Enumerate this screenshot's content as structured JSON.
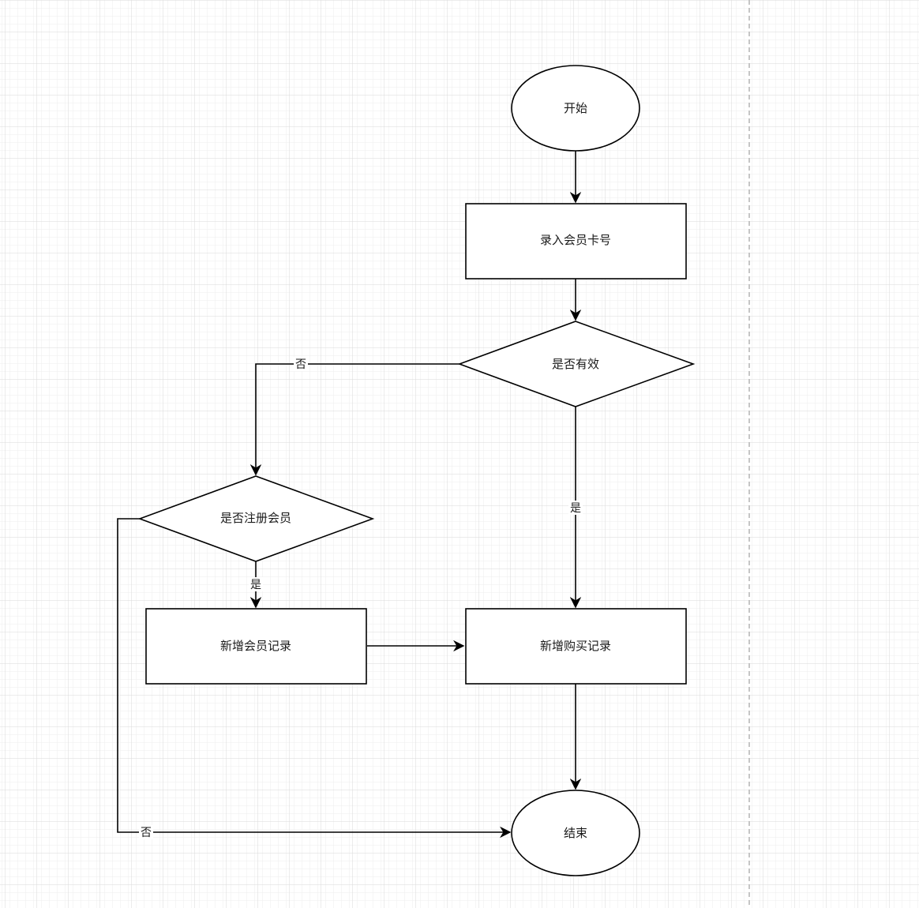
{
  "diagram": {
    "nodes": {
      "start": {
        "label": "开始",
        "shape": "ellipse"
      },
      "enter_card": {
        "label": "录入会员卡号",
        "shape": "rectangle"
      },
      "is_valid": {
        "label": "是否有效",
        "shape": "diamond"
      },
      "is_registered": {
        "label": "是否注册会员",
        "shape": "diamond"
      },
      "add_member": {
        "label": "新增会员记录",
        "shape": "rectangle"
      },
      "add_purchase": {
        "label": "新增购买记录",
        "shape": "rectangle"
      },
      "end": {
        "label": "结束",
        "shape": "ellipse"
      }
    },
    "edges": {
      "valid_no": {
        "from": "is_valid",
        "to": "is_registered",
        "label": "否"
      },
      "valid_yes": {
        "from": "is_valid",
        "to": "add_purchase",
        "label": "是"
      },
      "registered_yes": {
        "from": "is_registered",
        "to": "add_member",
        "label": "是"
      },
      "registered_no": {
        "from": "is_registered",
        "to": "end",
        "label": "否"
      },
      "start_to_enter": {
        "from": "start",
        "to": "enter_card"
      },
      "enter_to_valid": {
        "from": "enter_card",
        "to": "is_valid"
      },
      "member_to_purchase": {
        "from": "add_member",
        "to": "add_purchase"
      },
      "purchase_to_end": {
        "from": "add_purchase",
        "to": "end"
      }
    },
    "colors": {
      "stroke": "#000000",
      "fill": "#ffffff",
      "grid_minor": "#ebebeb",
      "grid_major": "#d6d6d6",
      "page_break": "#b3b3b3"
    }
  }
}
